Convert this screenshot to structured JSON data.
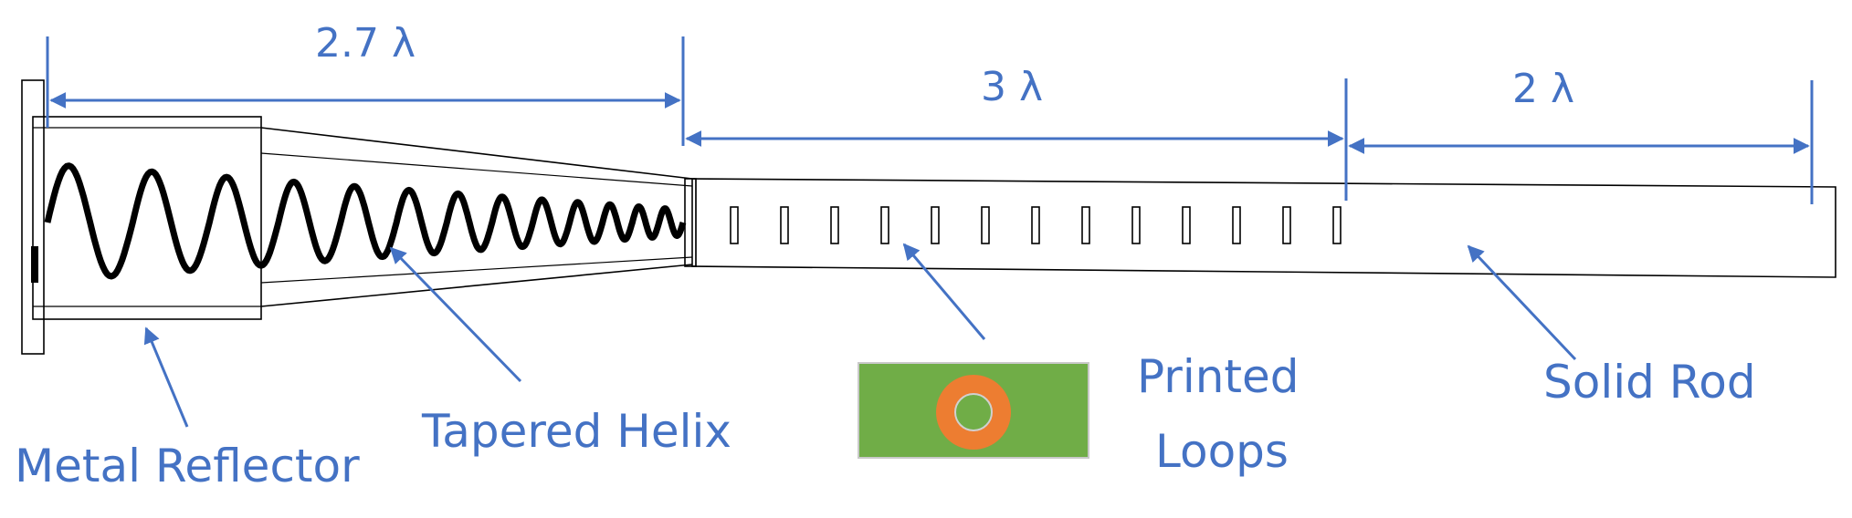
{
  "dimensions": {
    "taper_length": "2.7 λ",
    "loops_length": "3 λ",
    "rod_length": "2 λ"
  },
  "labels": {
    "metal_reflector": "Metal Reflector",
    "tapered_helix": "Tapered Helix",
    "printed_loops_line1": "Printed",
    "printed_loops_line2": "Loops",
    "solid_rod": "Solid Rod"
  },
  "colors": {
    "annotation": "#4472c4",
    "pcb": "#70ad47",
    "ring": "#ed7d31",
    "outline": "#000000"
  },
  "counts": {
    "helix_turns": 13,
    "printed_loops": 13
  }
}
